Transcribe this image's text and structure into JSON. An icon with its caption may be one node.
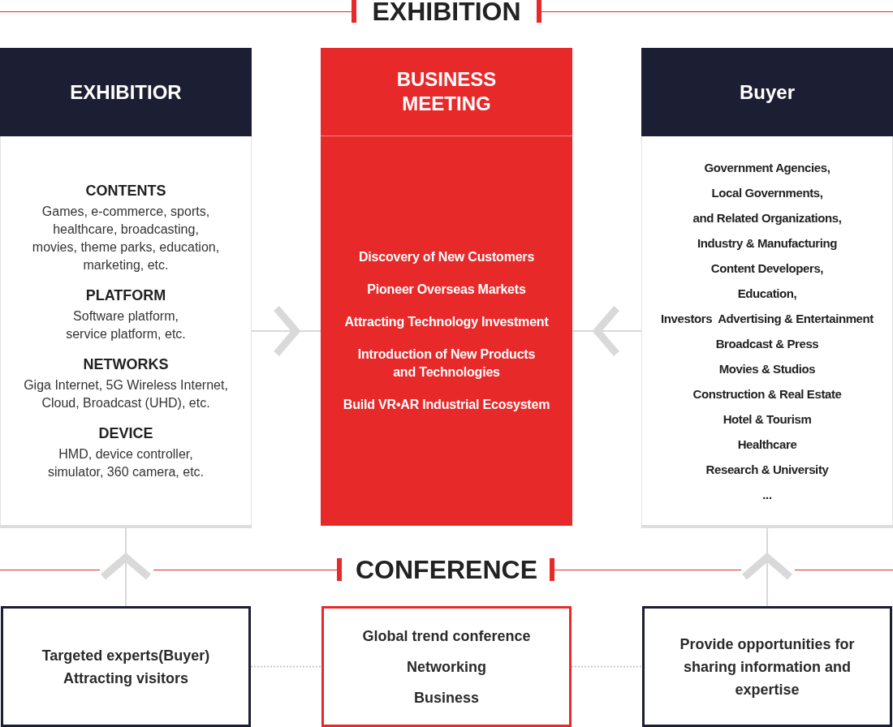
{
  "diagram": {
    "title": "EXHIBITION",
    "nodes": [
      {
        "text": [
          "EXHIBITIOR",
          "CONTENTS",
          "Games, e-commerce, sports, healthcare, broadcasting, movies, theme parks, education, marketing, etc.",
          "PLATFORM",
          "Software platform, service platform, etc.",
          "NETWORKS",
          "Giga Internet, 5G Wireless Internet, Cloud, Broadcast (UHD), etc.",
          "DEVICE",
          "HMD, device controller, simulator, 360 camera, etc."
        ]
      },
      {
        "text": [
          "BUSINESS MEETING",
          "Discovery of New Customers",
          "Pioneer Overseas Markets",
          "Attracting Technology Investment",
          "Introduction of New Products and Technologies",
          "Build VR•AR Industrial Ecosystem"
        ]
      },
      {
        "text": [
          "Buyer",
          "Government Agencies,",
          "Local Governments,",
          "and Related Organizations,",
          "Industry & Manufacturing",
          "Content Developers,",
          "Education,",
          "Investors  Advertising & Entertainment",
          "Broadcast & Press",
          "Movies & Studios",
          "Construction & Real Estate",
          "Hotel & Tourism",
          "Healthcare",
          "Research & University",
          "..."
        ]
      },
      {
        "text": [
          "Targeted experts(Buyer)",
          "Attracting visitors"
        ]
      },
      {
        "text": [
          "Global trend conference",
          "Networking",
          "Business"
        ]
      },
      {
        "text": [
          "Provide opportunities for sharing information and expertise"
        ]
      }
    ],
    "edges": [
      {
        "from": 0,
        "to": 1,
        "arrow": "to"
      },
      {
        "from": 2,
        "to": 1,
        "arrow": "to"
      },
      {
        "from": 3,
        "to": 0,
        "arrow": "to"
      },
      {
        "from": 5,
        "to": 2,
        "arrow": "to"
      },
      {
        "from": 3,
        "to": 4,
        "arrow": "none",
        "style": "dashed"
      },
      {
        "from": 4,
        "to": 5,
        "arrow": "none",
        "style": "dashed"
      }
    ],
    "labels": [
      "CONFERENCE"
    ]
  }
}
